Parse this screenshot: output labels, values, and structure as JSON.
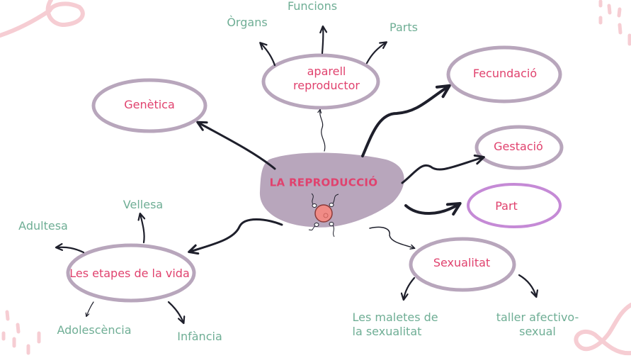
{
  "colors": {
    "node_border": "#b8a6bc",
    "node_border_highlight": "#c58ad6",
    "node_text": "#e0426e",
    "leaf_text": "#6fae95",
    "center_fill": "#b8a6bc",
    "arrow": "#1e1f2b",
    "decor_pink": "#f6cdd3",
    "egg": "#f08b86"
  },
  "center": {
    "label": "LA REPRODUCCIÓ"
  },
  "nodes": {
    "aparell": {
      "label": "aparell reproductor"
    },
    "genetica": {
      "label": "Genètica"
    },
    "fecundacio": {
      "label": "Fecundació"
    },
    "gestacio": {
      "label": "Gestació"
    },
    "part": {
      "label": "Part"
    },
    "sexualitat": {
      "label": "Sexualitat"
    },
    "etapes": {
      "label": "Les etapes de la vida"
    }
  },
  "leaves": {
    "organs": "Òrgans",
    "funcions": "Funcions",
    "parts": "Parts",
    "vellesa": "Vellesa",
    "adultesa": "Adultesa",
    "adolescencia": "Adolescència",
    "infancia": "Infància",
    "maletes": "Les maletes de la sexualitat",
    "taller": "taller afectivo-sexual"
  }
}
